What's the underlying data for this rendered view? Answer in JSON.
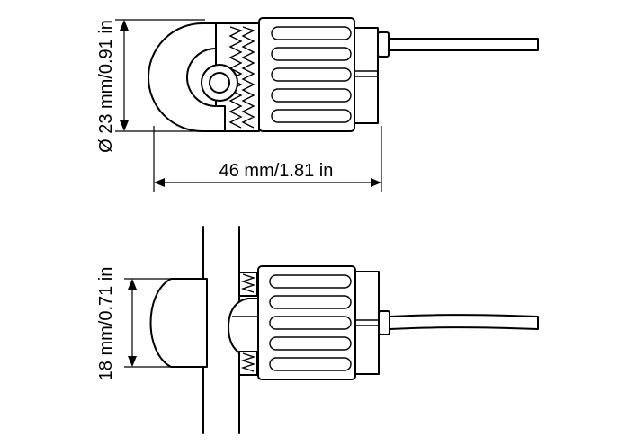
{
  "dimensions": {
    "top_height": "Ø 23 mm/0.91 in",
    "top_width": "46 mm/1.81 in",
    "bottom_height": "18 mm/0.71 in"
  },
  "colors": {
    "line": "#000000",
    "background": "#ffffff"
  }
}
